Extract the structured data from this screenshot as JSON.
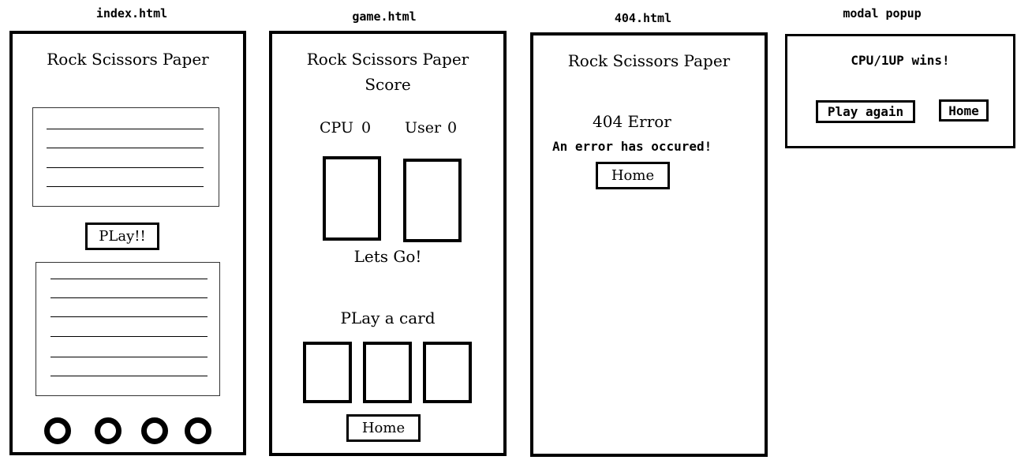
{
  "labels": {
    "index": "index.html",
    "game": "game.html",
    "error": "404.html",
    "modal": "modal popup"
  },
  "index": {
    "title": "Rock Scissors Paper",
    "play_button": "PLay!!"
  },
  "game": {
    "title": "Rock Scissors Paper",
    "score_label": "Score",
    "cpu_label": "CPU",
    "cpu_score": "0",
    "user_label": "User",
    "user_score": "0",
    "lets_go": "Lets Go!",
    "play_a_card": "PLay a card",
    "home_button": "Home"
  },
  "error": {
    "title": "Rock Scissors Paper",
    "heading": "404 Error",
    "message": "An error has occured!",
    "home_button": "Home"
  },
  "modal": {
    "message": "CPU/1UP wins!",
    "play_again_button": "Play again",
    "home_button": "Home"
  }
}
